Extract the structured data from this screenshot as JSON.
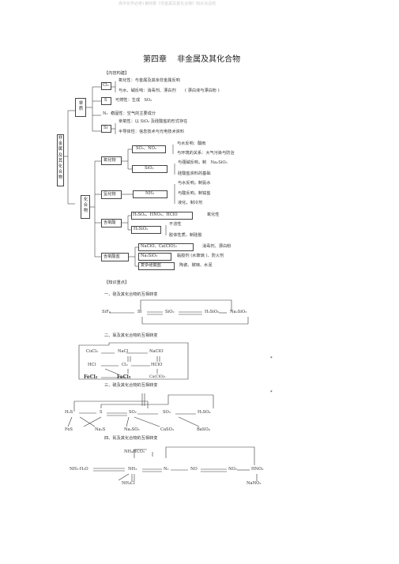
{
  "header": {
    "faint": "高中化学必修1第四章《非金属及其化合物》知识点总结"
  },
  "title": "第四章　 非金属及其化合物",
  "structure_heading": "【内容构建】",
  "tree": {
    "root": "非金属及其化合物",
    "single": "单质",
    "compound": "化合物",
    "cl2": "Cl₂",
    "cl2_line1": "氧化性：与金属及其余非金属反响",
    "cl2_line2": "与水、碱反响：消毒剂、漂白剂",
    "cl2_note": "( 漂白液与漂白粉 )",
    "s": "S",
    "s_line": "可燃性：生成　SO₂",
    "n2": "N₂",
    "n2_line": "稳固性：空气的主要成分",
    "si": "Si",
    "si_line1": "亲氧性：以 SiO₂ 及硅酸盐的形式存在",
    "si_line2": "半导体性：信息技术与光电技术资料",
    "oxide": "氧化物",
    "so2no2": "SO₂、NO₂",
    "so2_line1": "与水反响：酸雨",
    "so2_line2": "与环境的关系：大气污染与防治",
    "sio2": "SiO₂",
    "sio2_line1": "与强碱反响，制　Na₂SiO₃",
    "sio2_line2": "硅酸盐资料的基础",
    "hydride": "氢化物",
    "nh3": "NH₃",
    "nh3_line1": "与水反响，制氨水",
    "nh3_line2": "与酸反响，制铵盐",
    "nh3_line3": "液化，制冷剂",
    "oxyacid": "含氧酸",
    "acids": "H₂SO₄、HNO₃、HClO",
    "acids_note": "氧化性",
    "h2sio3": "H₂SiO₃",
    "h2sio3_line1": "不溶性",
    "h2sio3_line2": "胶体性质，制硅胶",
    "salt": "含氧酸盐",
    "naclo": "NaClO、Ca(ClO)₂",
    "naclo_note": "消毒剂、漂白粉",
    "na2sio3": "Na₂SiO₃",
    "na2sio3_note": "黏胶剂 (水玻璃 )、防火剂",
    "complex": "复杂硅酸盐",
    "complex_note": "陶瓷、玻璃、水泥"
  },
  "key_heading": "【知识重点】",
  "sections": [
    {
      "title": "一、硅及其化合物的互相转变",
      "nodes": [
        "SiF₄",
        "Si",
        "SiO₂",
        "H₂SiO₃",
        "Na₂SiO₃"
      ]
    },
    {
      "title": "二、氯及其化合物的互相转变",
      "nodes": [
        "CuCl₂",
        "NaCl",
        "NaClO",
        "HCl",
        "Cl₂",
        "HClO",
        "FeCl₂",
        "FeCl₃",
        "Ca(ClO)₂"
      ]
    },
    {
      "title": "三、硫及其化合物的互相转变",
      "nodes": [
        "H₂S",
        "S",
        "SO₂",
        "SO₃",
        "H₂SO₄",
        "FeS",
        "Na₂S",
        "Na₂SO₃",
        "CaSO₃",
        "BaSO₄"
      ]
    },
    {
      "title": "四、氮及其化合物的互相转变",
      "nodes": [
        "NH₄HCO₃",
        "NH₃·H₂O",
        "NH₃",
        "N₂",
        "NO",
        "NO₂",
        "HNO₃",
        "NH₄Cl",
        "NaNO₃"
      ]
    }
  ],
  "marks": [
    "*",
    "*"
  ]
}
